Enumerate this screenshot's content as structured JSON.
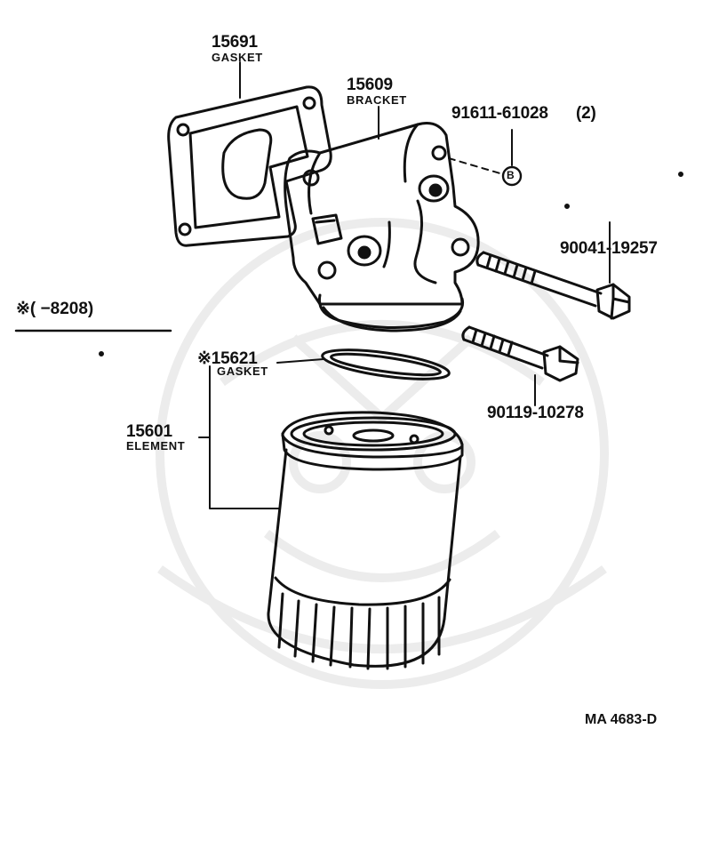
{
  "parts": {
    "gasket_top": {
      "number": "15691",
      "name": "GASKET"
    },
    "bracket": {
      "number": "15609",
      "name": "BRACKET"
    },
    "fastener_b": {
      "number": "91611-61028",
      "qty": "(2)",
      "marker": "B"
    },
    "bolt_long": {
      "number": "90041-19257"
    },
    "bolt_short": {
      "number": "90119-10278"
    },
    "gasket_ring": {
      "number": "※15621",
      "name": "GASKET"
    },
    "element": {
      "number": "15601",
      "name": "ELEMENT"
    }
  },
  "note": {
    "text": "※(       −8208)"
  },
  "diagram_ref": "MA 4683-D",
  "colors": {
    "ink": "#111111",
    "paper": "#ffffff",
    "watermark": "#e9e9e9"
  }
}
